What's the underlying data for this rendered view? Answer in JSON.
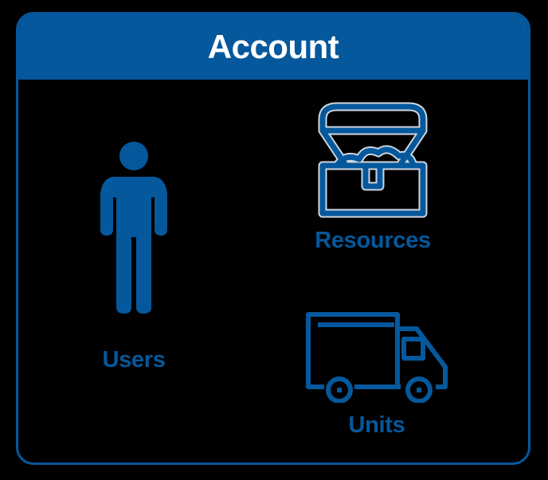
{
  "header": {
    "title": "Account"
  },
  "items": [
    {
      "label": "Users",
      "icon": "person-icon"
    },
    {
      "label": "Resources",
      "icon": "treasure-chest-icon"
    },
    {
      "label": "Units",
      "icon": "truck-icon"
    }
  ],
  "colors": {
    "accent": "#05589c",
    "background": "#000000",
    "header_text": "#ffffff"
  }
}
